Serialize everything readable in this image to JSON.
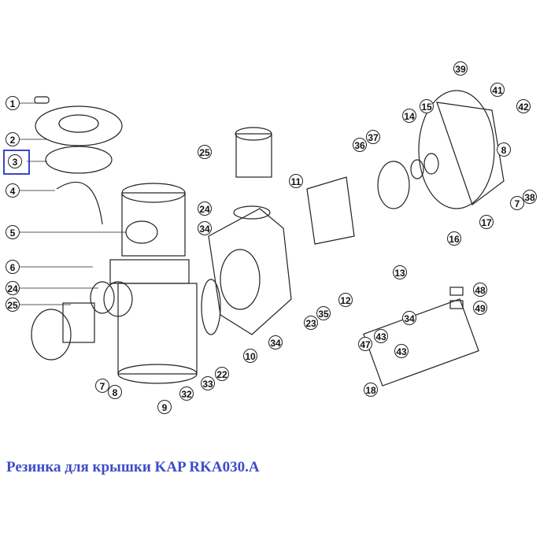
{
  "title": "Резинка для крышки KAP RKA030.A",
  "accent": "#3d4cc7",
  "selected_part": "3",
  "labels": [
    "1",
    "2",
    "3",
    "4",
    "5",
    "6",
    "24",
    "25",
    "7",
    "8",
    "9",
    "32",
    "33",
    "22",
    "10",
    "34",
    "24",
    "25",
    "34",
    "23",
    "35",
    "11",
    "12",
    "13",
    "36",
    "37",
    "14",
    "15",
    "16",
    "17",
    "39",
    "41",
    "42",
    "8",
    "7",
    "38",
    "48",
    "49",
    "34",
    "43",
    "43",
    "47",
    "18"
  ]
}
